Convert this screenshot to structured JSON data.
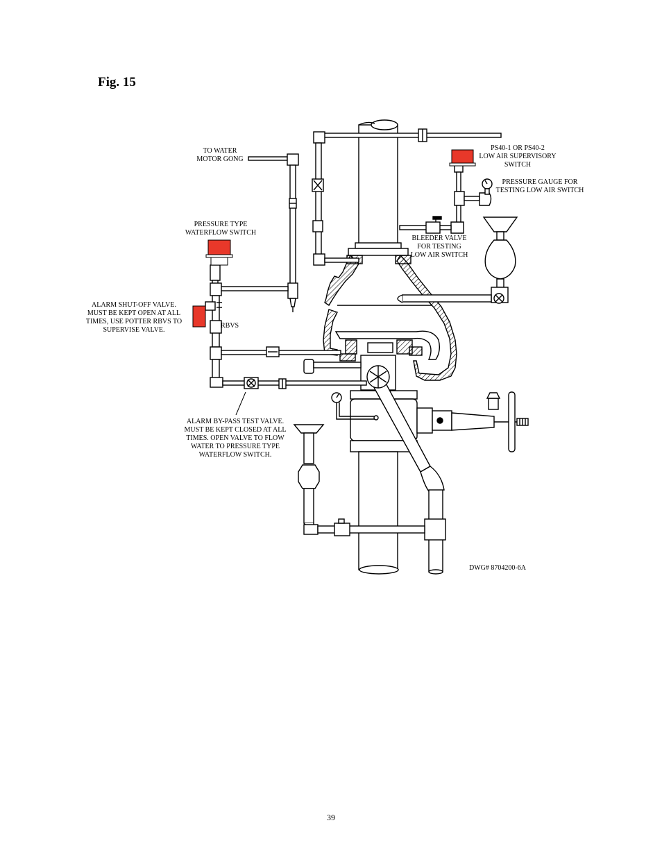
{
  "figure": {
    "title": "Fig. 15"
  },
  "labels": {
    "water_motor_gong": [
      "TO WATER",
      "MOTOR GONG"
    ],
    "low_air_switch": [
      "PS40-1 OR PS40-2",
      "LOW AIR SUPERVISORY",
      "SWITCH"
    ],
    "pressure_gauge": [
      "PRESSURE GAUGE FOR",
      "TESTING LOW AIR SWITCH"
    ],
    "waterflow_switch": [
      "PRESSURE TYPE",
      "WATERFLOW SWITCH"
    ],
    "bleeder_valve": [
      "BLEEDER VALVE",
      "FOR TESTING",
      "LOW AIR SWITCH"
    ],
    "alarm_shutoff": [
      "ALARM SHUT-OFF VALVE.",
      "MUST BE KEPT OPEN AT ALL",
      "TIMES, USE POTTER RBVS TO",
      "SUPERVISE VALVE."
    ],
    "rbvs": "RBVS",
    "bypass_valve": [
      "ALARM BY-PASS TEST VALVE.",
      "MUST BE KEPT CLOSED AT ALL",
      "TIMES. OPEN VALVE TO FLOW",
      "WATER TO PRESSURE TYPE",
      "WATERFLOW SWITCH."
    ],
    "drawing_number": "DWG# 8704200-6A"
  },
  "colors": {
    "switch_red": "#e8382a",
    "line": "#000000",
    "hatch": "#000000"
  },
  "page": {
    "number": "39"
  }
}
